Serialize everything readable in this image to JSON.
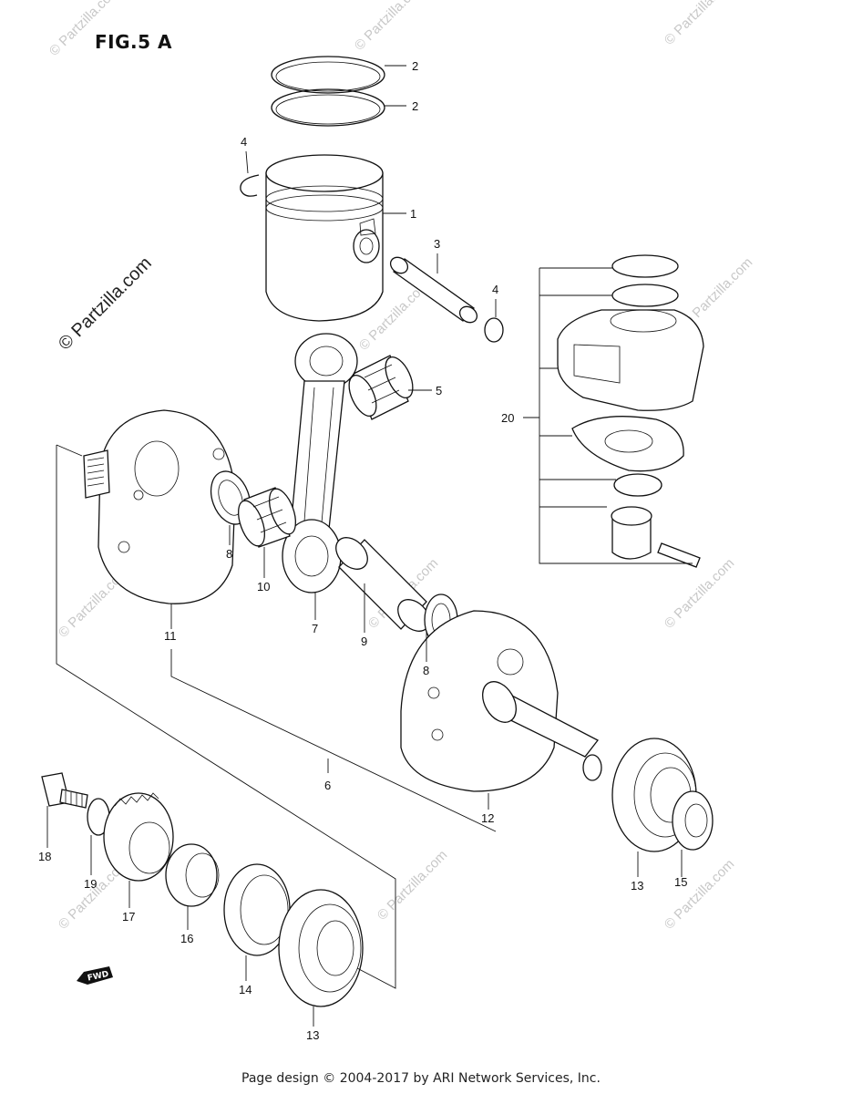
{
  "figure": {
    "title": "FIG.5 A"
  },
  "watermark": {
    "text": "© Partzilla.com"
  },
  "callouts": [
    {
      "id": "callout-2a",
      "label": "2"
    },
    {
      "id": "callout-2b",
      "label": "2"
    },
    {
      "id": "callout-4a",
      "label": "4"
    },
    {
      "id": "callout-1",
      "label": "1"
    },
    {
      "id": "callout-3",
      "label": "3"
    },
    {
      "id": "callout-4b",
      "label": "4"
    },
    {
      "id": "callout-5",
      "label": "5"
    },
    {
      "id": "callout-20",
      "label": "20"
    },
    {
      "id": "callout-8a",
      "label": "8"
    },
    {
      "id": "callout-10",
      "label": "10"
    },
    {
      "id": "callout-7",
      "label": "7"
    },
    {
      "id": "callout-9",
      "label": "9"
    },
    {
      "id": "callout-8b",
      "label": "8"
    },
    {
      "id": "callout-11",
      "label": "11"
    },
    {
      "id": "callout-6",
      "label": "6"
    },
    {
      "id": "callout-12",
      "label": "12"
    },
    {
      "id": "callout-13a",
      "label": "13"
    },
    {
      "id": "callout-15",
      "label": "15"
    },
    {
      "id": "callout-18",
      "label": "18"
    },
    {
      "id": "callout-19",
      "label": "19"
    },
    {
      "id": "callout-17",
      "label": "17"
    },
    {
      "id": "callout-16",
      "label": "16"
    },
    {
      "id": "callout-14",
      "label": "14"
    },
    {
      "id": "callout-13b",
      "label": "13"
    }
  ],
  "forward_marker": {
    "label": "FWD"
  },
  "footer": {
    "text": "Page design © 2004-2017 by ARI Network Services, Inc."
  }
}
